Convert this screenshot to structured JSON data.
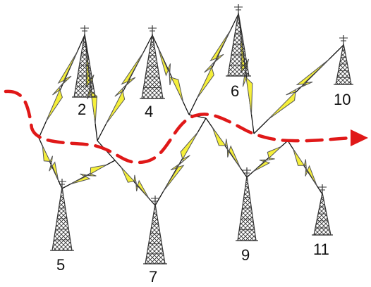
{
  "diagram": {
    "towers": [
      {
        "id": "2",
        "label": "2"
      },
      {
        "id": "4",
        "label": "4"
      },
      {
        "id": "6",
        "label": "6"
      },
      {
        "id": "10",
        "label": "10"
      },
      {
        "id": "5",
        "label": "5"
      },
      {
        "id": "7",
        "label": "7"
      },
      {
        "id": "9",
        "label": "9"
      },
      {
        "id": "11",
        "label": "11"
      }
    ],
    "colors": {
      "bolt_fill": "#f5ef3a",
      "bolt_stroke": "#555555",
      "path_color": "#e01818",
      "tower_stroke": "#333333",
      "link_color": "#111111"
    },
    "icons": [
      "radio-tower-icon",
      "lightning-link-icon",
      "dashed-route-arrow-icon"
    ]
  }
}
